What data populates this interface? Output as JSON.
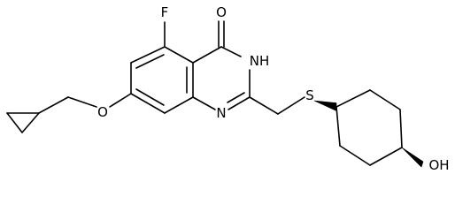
{
  "atoms": {
    "F": "F",
    "O_carbonyl": "O",
    "NH": "NH",
    "H": "H",
    "N3": "N",
    "O_ether": "O",
    "S": "S",
    "OH": "OH"
  }
}
